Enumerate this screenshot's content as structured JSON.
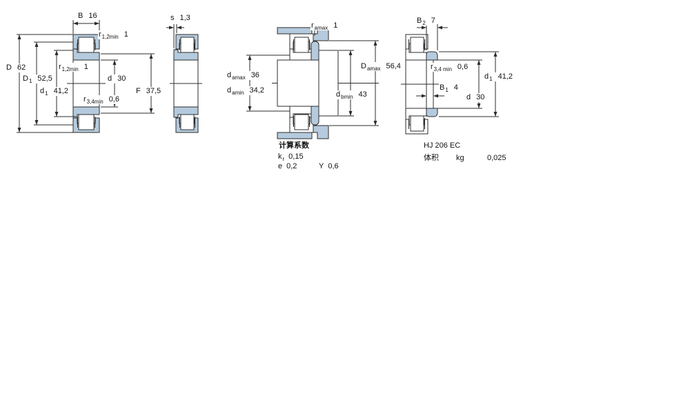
{
  "colors": {
    "ring_fill": "#b5cbdd",
    "line": "#2b2b2b",
    "text": "#111111",
    "background": "#ffffff"
  },
  "left_view": {
    "B": {
      "sym": "B",
      "val": "16"
    },
    "r12_top": {
      "sym": "r",
      "sub": "1,2min",
      "val": "1"
    },
    "r12_inner": {
      "sym": "r",
      "sub": "1,2min",
      "val": "1"
    },
    "D": {
      "sym": "D",
      "val": "62"
    },
    "D1": {
      "sym": "D",
      "sub": "1",
      "val": "52,5"
    },
    "d1": {
      "sym": "d",
      "sub": "1",
      "val": "41,2"
    },
    "d": {
      "sym": "d",
      "val": "30"
    },
    "F": {
      "sym": "F",
      "val": "37,5"
    },
    "r34": {
      "sym": "r",
      "sub": "3,4min",
      "val": "0,6"
    }
  },
  "side_view": {
    "s": {
      "sym": "s",
      "val": "1,3"
    }
  },
  "mount_view": {
    "r_a": {
      "sym": "r",
      "sub": "amax",
      "val": "1"
    },
    "d_amax": {
      "sym": "d",
      "sub": "amax",
      "val": "36"
    },
    "d_amin": {
      "sym": "d",
      "sub": "amin",
      "val": "34,2"
    },
    "d_bmin": {
      "sym": "d",
      "sub": "bmin",
      "val": "43"
    },
    "D_amax": {
      "sym": "D",
      "sub": "amax",
      "val": "56,4"
    },
    "calc": {
      "title": "计算系数",
      "kr_sym": "k",
      "kr_sub": "r",
      "kr_val": "0,15",
      "e_sym": "e",
      "e_val": "0,2",
      "y_sym": "Y",
      "y_val": "0,6"
    }
  },
  "ring_view": {
    "B2": {
      "sym": "B",
      "sub": "2",
      "val": "7"
    },
    "r34": {
      "sym": "r",
      "sub": "3,4 min",
      "val": "0,6"
    },
    "B1": {
      "sym": "B",
      "sub": "1",
      "val": "4"
    },
    "d": {
      "sym": "d",
      "val": "30"
    },
    "d1": {
      "sym": "d",
      "sub": "1",
      "val": "41,2"
    },
    "designation": "HJ 206 EC",
    "mass_label": "体积",
    "mass_unit": "kg",
    "mass_value": "0,025"
  }
}
